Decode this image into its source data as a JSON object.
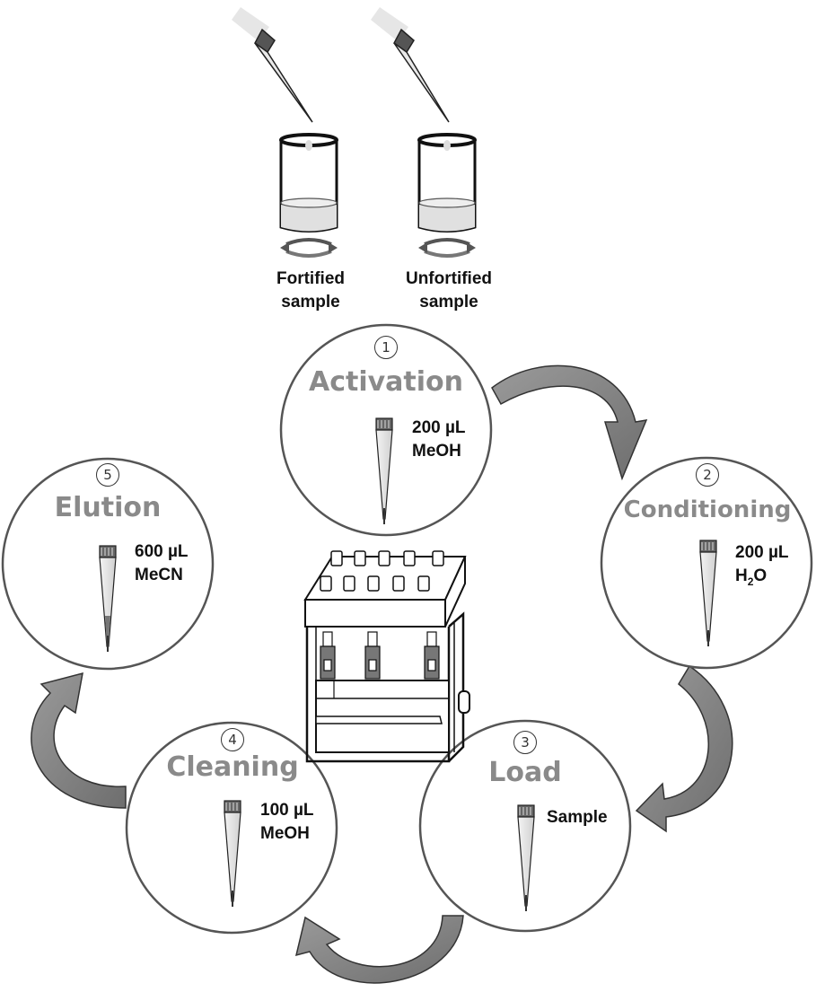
{
  "samples": [
    {
      "line1": "Fortified",
      "line2": "sample"
    },
    {
      "line1": "Unfortified",
      "line2": "sample"
    }
  ],
  "steps": [
    {
      "number": "1",
      "title": "Activation",
      "volume": "200 µL",
      "solvent": "MeOH"
    },
    {
      "number": "2",
      "title": "Conditioning",
      "volume": "200 µL",
      "solvent_main": "H",
      "solvent_sub": "2",
      "solvent_end": "O"
    },
    {
      "number": "3",
      "title": "Load",
      "volume": "Sample"
    },
    {
      "number": "4",
      "title": "Cleaning",
      "volume": "100 µL",
      "solvent": "MeOH"
    },
    {
      "number": "5",
      "title": "Elution",
      "volume": "600 µL",
      "solvent": "MeCN"
    }
  ],
  "colors": {
    "title_gray": "#8a8a8a",
    "arrow_fill": "#808080",
    "outline": "#222222"
  }
}
